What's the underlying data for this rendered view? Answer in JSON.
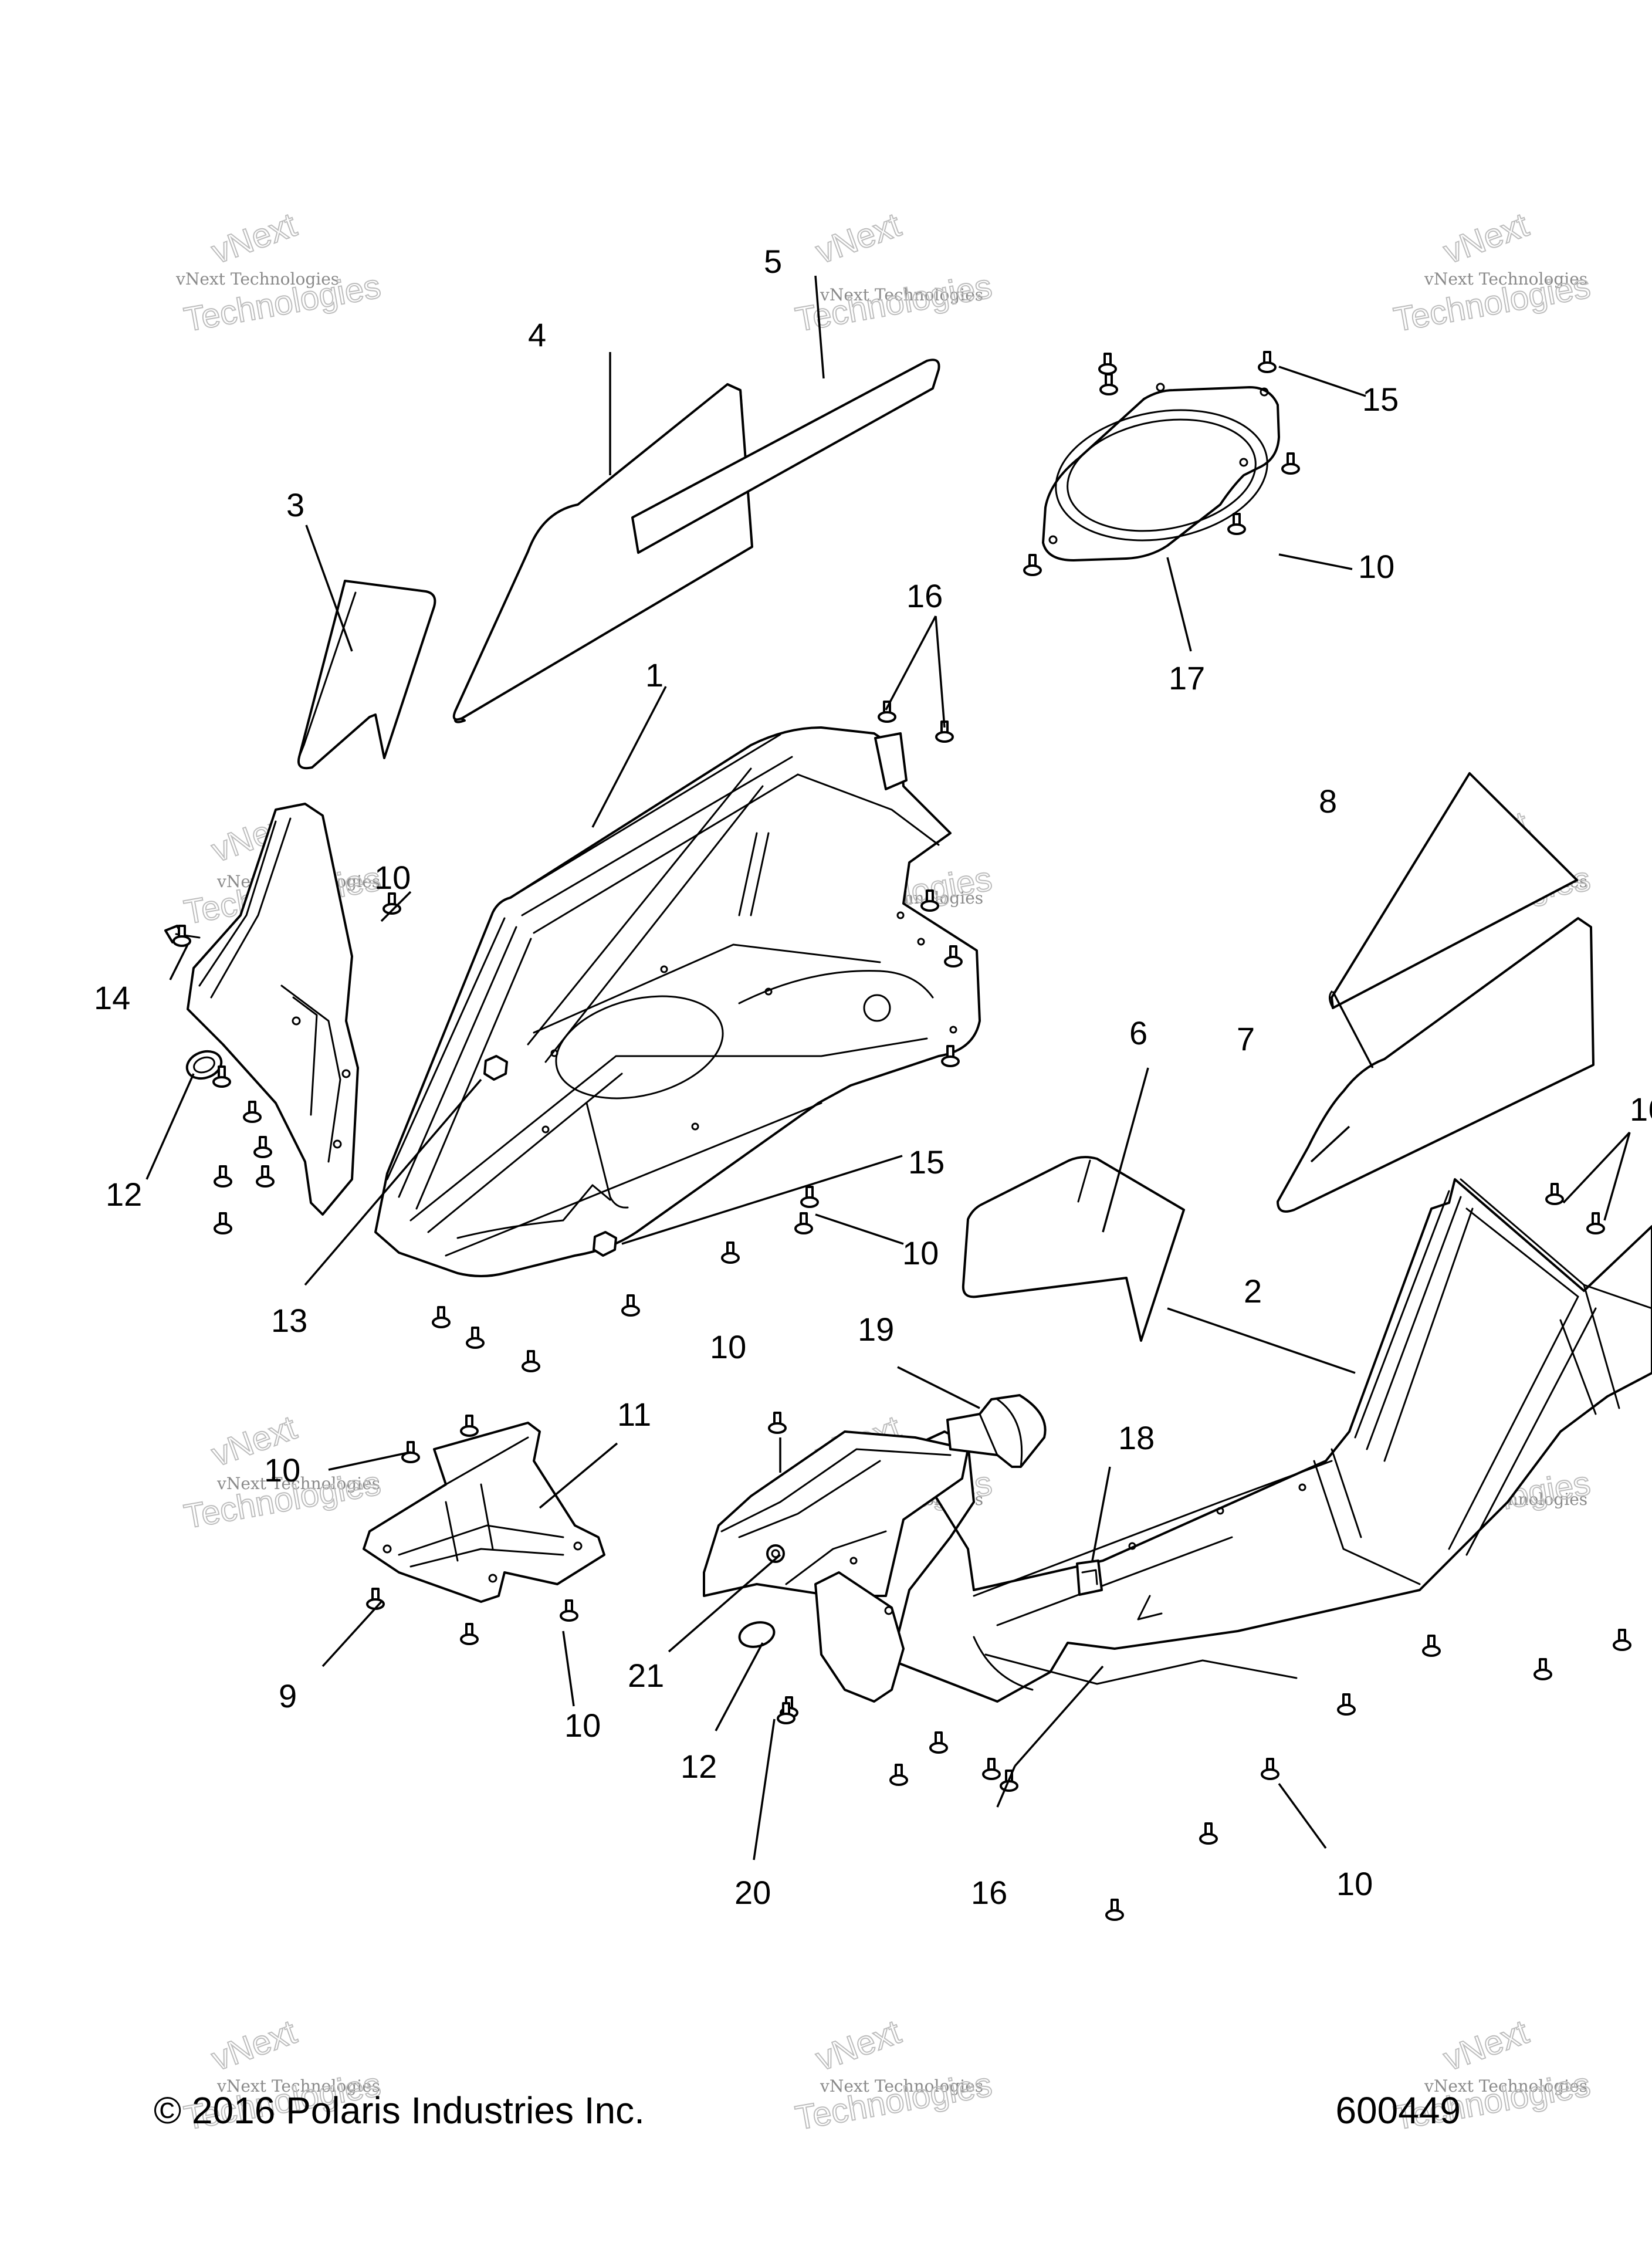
{
  "diagram_number": "600449",
  "copyright": "© 2016 Polaris Industries Inc.",
  "watermark": {
    "top_text": "vNext",
    "brand": "vNext Technologies",
    "bottom_text": "Technologies"
  },
  "callouts": {
    "p1": "1",
    "p2": "2",
    "p3": "3",
    "p4": "4",
    "p5": "5",
    "p6": "6",
    "p7": "7",
    "p8": "8",
    "p9": "9",
    "p10": "10",
    "p11": "11",
    "p12": "12",
    "p13": "13",
    "p14": "14",
    "p15": "15",
    "p16": "16",
    "p17": "17",
    "p18": "18",
    "p19": "19",
    "p20": "20",
    "p21": "21"
  }
}
